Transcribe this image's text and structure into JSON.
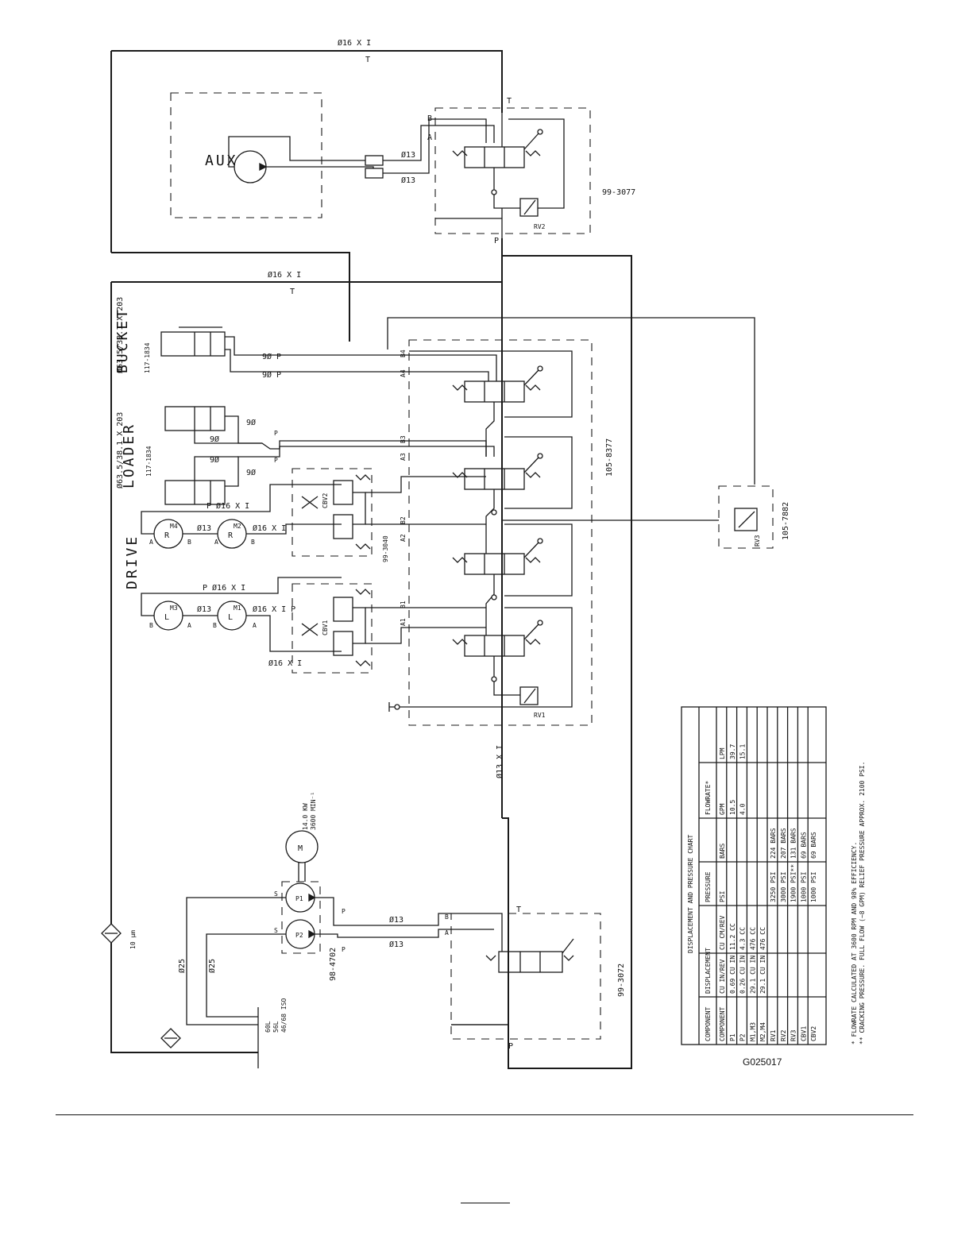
{
  "labels": {
    "aux": "AUX",
    "bucket": "BUCKET",
    "loader": "LOADER",
    "drive": "DRIVE",
    "bucket_cyl_size": "Ø63.5/38.1 X 203",
    "bucket_part": "117-1834",
    "loader_cyl_size": "Ø63.5/38.1 X 203",
    "loader_part": "117-1834",
    "hose_16_top": "Ø16 X I",
    "hose_16_mid": "Ø16 X I",
    "hose_13_main": "Ø13 X I",
    "dia13": "Ø13",
    "dia9": "9Ø",
    "dia9p": "9Ø P",
    "p16": "P Ø16 X I",
    "p16b": "P Ø16 X I",
    "dia16xip": "Ø16 X I P",
    "dia25": "Ø25",
    "valve_aux": "99-3077",
    "valve_main": "105-8377",
    "valve_rv3": "105-7882",
    "valve_bottom": "99-3072",
    "cbv_block_top": "99-3040",
    "pump_part": "98-4702",
    "motor_power": "14.0 KW",
    "motor_speed": "3600 MIN⁻¹",
    "filter_rating": "10 µm",
    "tank_line1": "60L",
    "tank_line2": "56L",
    "tank_line3": "46/68 ISO",
    "rv1": "RV1",
    "rv2": "RV2",
    "rv3": "RV3",
    "cbv1": "CBV1",
    "cbv2": "CBV2",
    "p1": "P1",
    "p2": "P2",
    "m": "M",
    "m1": "M1",
    "m2": "M2",
    "m3": "M3",
    "m4": "M4",
    "r": "R",
    "l": "L",
    "a": "A",
    "b": "B",
    "t": "T",
    "p": "P",
    "s": "S",
    "a1": "A1",
    "b1": "B1",
    "a2": "A2",
    "b2": "B2",
    "a3": "A3",
    "b3": "B3",
    "a4": "A4",
    "b4": "B4",
    "g_code": "G025017"
  },
  "chart": {
    "title": "DISPLACEMENT AND PRESSURE CHART",
    "groups": [
      "COMPONENT",
      "DISPLACEMENT",
      "PRESSURE",
      "FLOWRATE*"
    ],
    "headers": [
      "COMPONENT",
      "CU IN/REV",
      "CU CM/REV",
      "PSI",
      "BARS",
      "GPM",
      "LPM"
    ],
    "rows": [
      [
        "P1",
        "0.69 CU IN",
        "11.2 CC",
        "",
        "",
        "10.5",
        "39.7"
      ],
      [
        "P2",
        "0.26 CU IN",
        "4.3 CC",
        "",
        "",
        "4.0",
        "15.1"
      ],
      [
        "M1,M3",
        "29.1 CU IN",
        "476 CC",
        "",
        "",
        "",
        ""
      ],
      [
        "M2,M4",
        "29.1 CU IN",
        "476 CC",
        "",
        "",
        "",
        ""
      ],
      [
        "RV1",
        "",
        "",
        "3250 PSI",
        "224 BARS",
        "",
        ""
      ],
      [
        "RV2",
        "",
        "",
        "3000 PSI",
        "207 BARS",
        "",
        ""
      ],
      [
        "RV3",
        "",
        "",
        "1900 PSI**",
        "131 BARS",
        "",
        ""
      ],
      [
        "CBV1",
        "",
        "",
        "1000 PSI",
        "69 BARS",
        "",
        ""
      ],
      [
        "CBV2",
        "",
        "",
        "1000 PSI",
        "69 BARS",
        "",
        ""
      ]
    ],
    "note1": "* FLOWRATE CALCULATED AT 3600 RPM AND 98% EFFICIENCY.",
    "note2": "** CRACKING PRESSURE. FULL FLOW (~8 GPM) RELIEF PRESSURE APPROX. 2100 PSI."
  }
}
